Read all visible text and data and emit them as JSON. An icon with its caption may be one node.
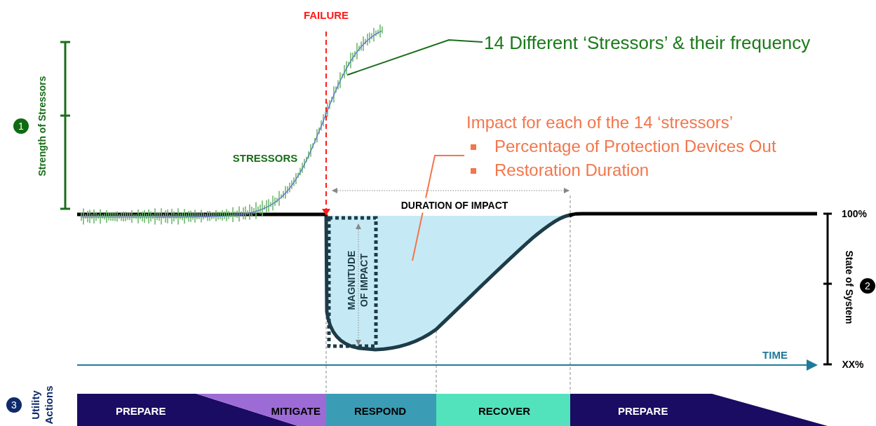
{
  "diagram": {
    "nodes": [
      {
        "text": [
          "14 Different ‘Stressors’ & their frequency"
        ]
      },
      {
        "text": [
          "Impact for each of the 14 ‘stressors’",
          "Percentage of Protection Devices Out",
          "Restoration Duration"
        ]
      },
      {
        "text": [
          "PREPARE"
        ]
      },
      {
        "text": [
          "MITIGATE"
        ]
      },
      {
        "text": [
          "RESPOND"
        ]
      },
      {
        "text": [
          "RECOVER"
        ]
      },
      {
        "text": [
          "PREPARE"
        ]
      }
    ],
    "edges": [
      {
        "from": 0,
        "to": null,
        "arrow": "none",
        "color": "#1a6e1a"
      },
      {
        "from": 1,
        "to": null,
        "arrow": "none",
        "color": "#f4754a"
      }
    ],
    "labels": [
      "FAILURE",
      "1",
      "Strength of Stressors",
      "STRESSORS",
      "DURATION OF IMPACT",
      "MAGNITUDE OF IMPACT",
      "100%",
      "State of System",
      "2",
      "TIME",
      "XX%",
      "3",
      "Utility Actions"
    ]
  }
}
